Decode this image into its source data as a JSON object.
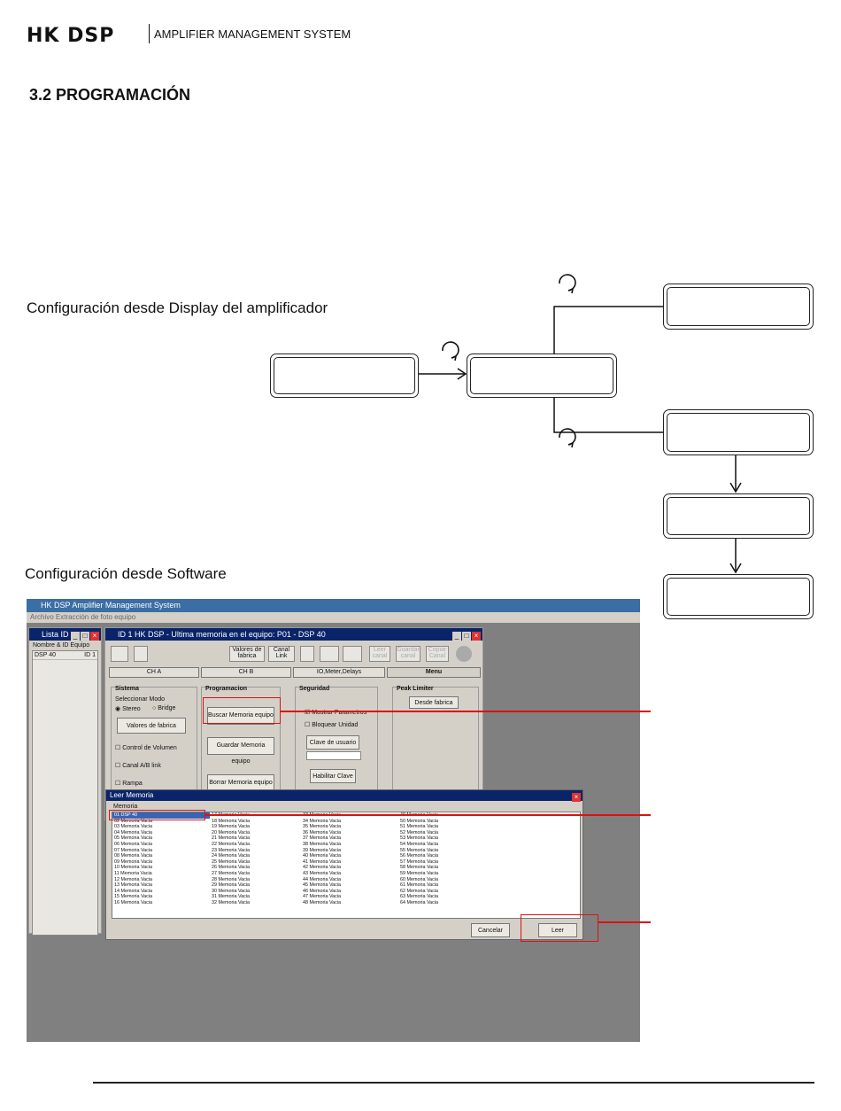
{
  "header": {
    "logo": "HK DSP",
    "subtitle": "AMPLIFIER MANAGEMENT SYSTEM"
  },
  "section": {
    "title": "3.2 PROGRAMACIÓN"
  },
  "captions": {
    "display": "Configuración desde Display del amplificador",
    "software": "Configuración desde Software"
  },
  "app": {
    "title": "HK DSP Amplifier Management System",
    "menu": "Archivo   Extracción de foto equipo",
    "list_window": {
      "title": "Lista ID",
      "col_header": "Nombre & ID Equipo",
      "device": "DSP 40",
      "device_id": "ID 1"
    },
    "main_window": {
      "title": "ID 1 HK DSP - Ultima memoria en el equipo: P01 - DSP 40",
      "toolbar": [
        "Valores de fabrica",
        "Canal Link",
        "Leer canal",
        "Guardar canal",
        "Copiar Canal"
      ],
      "tabs": [
        "CH A",
        "CH B",
        "IO,Meter,Delays",
        "Menu"
      ],
      "sistema": {
        "label": "Sistema",
        "mode_label": "Seleccionar Modo",
        "stereo": "Stereo",
        "bridge": "Bridge",
        "factory_btn": "Valores de fabrica",
        "volume": "Control de Volumen",
        "ablink": "Canal A/B link",
        "ramp": "Rampa"
      },
      "programacion": {
        "label": "Programacion",
        "search": "Buscar Memoria equipo",
        "save": "Guardar Memoria equipo",
        "delete": "Borrar Memoria equipo"
      },
      "seguridad": {
        "label": "Seguridad",
        "show_params": "Mostrar Parametros",
        "lock": "Bloquear Unidad",
        "user_key": "Clave de usuario",
        "enable_key": "Habilitar Clave"
      },
      "peak": {
        "label": "Peak Limiter",
        "factory": "Desde fabrica"
      }
    },
    "read_window": {
      "title": "Leer Memoria",
      "header": "Memoria",
      "col1": [
        "01 DSP 40",
        "02 Memoria Vacia",
        "03 Memoria Vacia",
        "04 Memoria Vacia",
        "05 Memoria Vacia",
        "06 Memoria Vacia",
        "07 Memoria Vacia",
        "08 Memoria Vacia",
        "09 Memoria Vacia",
        "10 Memoria Vacia",
        "11 Memoria Vacia",
        "12 Memoria Vacia",
        "13 Memoria Vacia",
        "14 Memoria Vacia",
        "15 Memoria Vacia",
        "16 Memoria Vacia"
      ],
      "col2": [
        "17 Memoria Vacia",
        "18 Memoria Vacia",
        "19 Memoria Vacia",
        "20 Memoria Vacia",
        "21 Memoria Vacia",
        "22 Memoria Vacia",
        "23 Memoria Vacia",
        "24 Memoria Vacia",
        "25 Memoria Vacia",
        "26 Memoria Vacia",
        "27 Memoria Vacia",
        "28 Memoria Vacia",
        "29 Memoria Vacia",
        "30 Memoria Vacia",
        "31 Memoria Vacia",
        "32 Memoria Vacia"
      ],
      "col3": [
        "33 Memoria Vacia",
        "34 Memoria Vacia",
        "35 Memoria Vacia",
        "36 Memoria Vacia",
        "37 Memoria Vacia",
        "38 Memoria Vacia",
        "39 Memoria Vacia",
        "40 Memoria Vacia",
        "41 Memoria Vacia",
        "42 Memoria Vacia",
        "43 Memoria Vacia",
        "44 Memoria Vacia",
        "45 Memoria Vacia",
        "46 Memoria Vacia",
        "47 Memoria Vacia",
        "48 Memoria Vacia"
      ],
      "col4": [
        "49 Memoria Vacia",
        "50 Memoria Vacia",
        "51 Memoria Vacia",
        "52 Memoria Vacia",
        "53 Memoria Vacia",
        "54 Memoria Vacia",
        "55 Memoria Vacia",
        "56 Memoria Vacia",
        "57 Memoria Vacia",
        "58 Memoria Vacia",
        "59 Memoria Vacia",
        "60 Memoria Vacia",
        "61 Memoria Vacia",
        "62 Memoria Vacia",
        "63 Memoria Vacia",
        "64 Memoria Vacia"
      ],
      "cancel": "Cancelar",
      "read": "Leer"
    }
  },
  "colors": {
    "highlight": "#d11111",
    "titlebar": "#0a246a",
    "desktop": "#808080"
  }
}
